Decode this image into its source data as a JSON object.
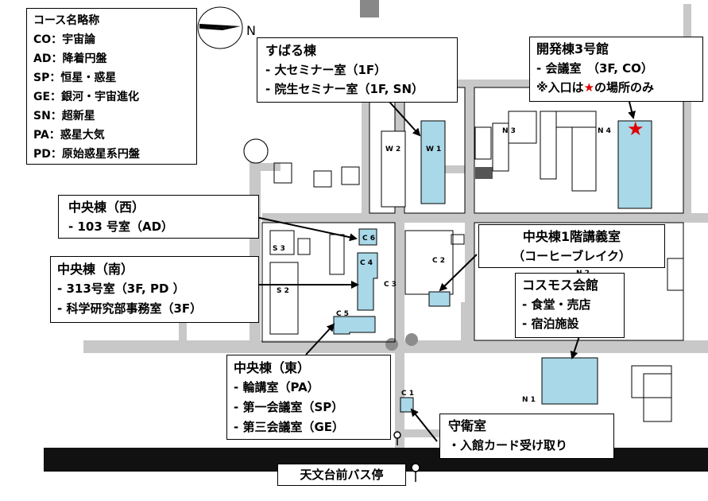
{
  "legend": {
    "title": "コース名略称",
    "items": [
      "CO：宇宙論",
      "AD：降着円盤",
      "SP：恒星・惑星",
      "GE：銀河・宇宙進化",
      "SN：超新星",
      "PA：惑星大気",
      "PD：原始惑星系円盤"
    ]
  },
  "compass": {
    "label": "N"
  },
  "subaru": {
    "title": "すばる棟",
    "lines": [
      "- 大セミナー室（1F）",
      "- 院生セミナー室（1F, SN）"
    ]
  },
  "kaihatsu": {
    "title": "開発棟3号館",
    "line1": "- 会議室　（3F, CO）",
    "line2_pre": "※入口は",
    "star": "★",
    "line2_post": "の場所のみ"
  },
  "chuo_west": {
    "title": "中央棟（西）",
    "lines": [
      "- 103 号室（AD）"
    ]
  },
  "chuo_south": {
    "title": "中央棟（南）",
    "lines": [
      "- 313号室（3F, PD ）",
      "- 科学研究部事務室（3F）"
    ]
  },
  "chuo_east": {
    "title": "中央棟（東）",
    "lines": [
      "- 輪講室（PA）",
      "- 第一会議室（SP）",
      "- 第三会議室（GE）"
    ]
  },
  "chuo_1f": {
    "title": "中央棟1階講義室",
    "lines": [
      "（コーヒーブレイク）"
    ]
  },
  "cosmos": {
    "title": "コスモス会館",
    "lines": [
      "- 食堂・売店",
      "- 宿泊施設"
    ]
  },
  "guard": {
    "title": "守衛室",
    "lines": [
      "・入館カード受け取り"
    ]
  },
  "bus": {
    "label": "天文台前バス停"
  },
  "building_labels": {
    "W2": "W 2",
    "W1": "W 1",
    "N3": "N 3",
    "N4": "N 4",
    "C6": "C 6",
    "C4": "C 4",
    "C5": "C 5",
    "C3": "C 3",
    "C2": "C 2",
    "C1": "C 1",
    "S3": "S 3",
    "S2": "S 2",
    "N1": "N 1",
    "N2": "N 2"
  },
  "colors": {
    "highlight": "#a9d8e8",
    "road": "#c8c8c8",
    "rail": "#111111",
    "star": "#e00000"
  }
}
